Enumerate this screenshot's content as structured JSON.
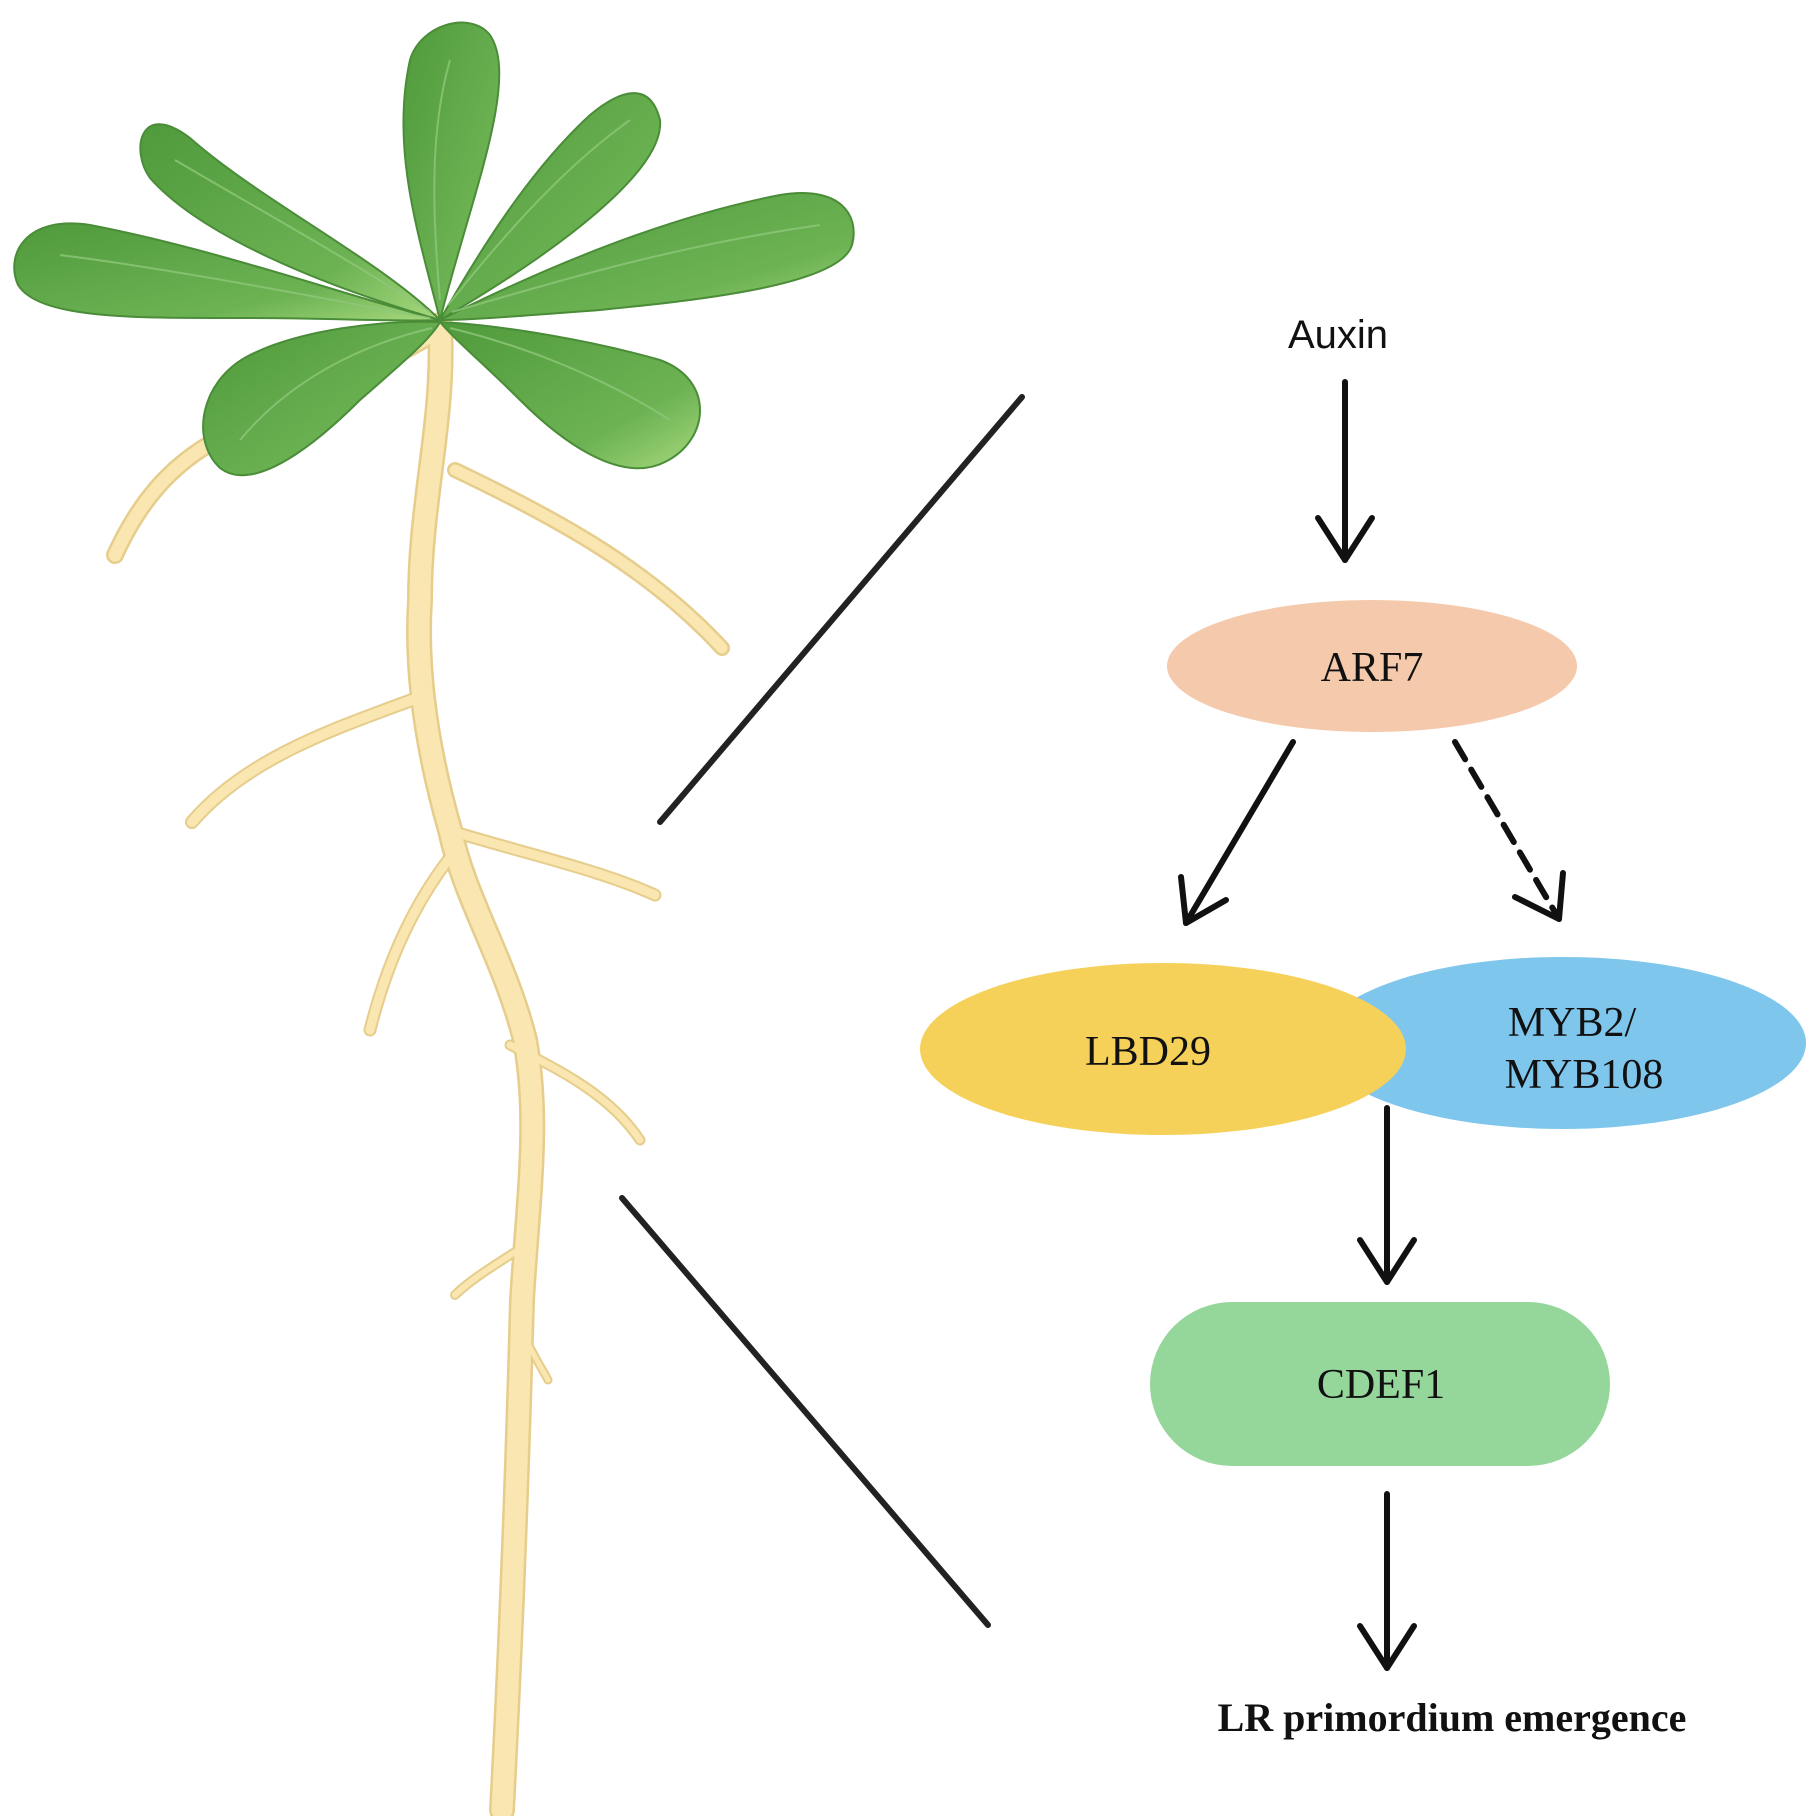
{
  "nodes": {
    "auxin": {
      "label": "Auxin"
    },
    "arf7": {
      "label": "ARF7",
      "color": "#f5c9ab"
    },
    "lbd29": {
      "label": "LBD29",
      "color": "#f5d15a"
    },
    "myb": {
      "line1": "MYB2/",
      "line2": "MYB108",
      "color": "#7fc6ec"
    },
    "cdef1": {
      "label": "CDEF1",
      "color": "#95d69b"
    },
    "outcome": {
      "label": "LR primordium emergence"
    }
  },
  "edges": [
    {
      "from": "Auxin",
      "to": "ARF7",
      "style": "solid"
    },
    {
      "from": "ARF7",
      "to": "LBD29",
      "style": "solid"
    },
    {
      "from": "ARF7",
      "to": "MYB2/MYB108",
      "style": "dashed"
    },
    {
      "from": "LBD29 + MYB2/MYB108",
      "to": "CDEF1",
      "style": "solid"
    },
    {
      "from": "CDEF1",
      "to": "LR primordium emergence",
      "style": "solid"
    }
  ],
  "illustration": {
    "subject": "plant-seedling",
    "leaf_color": "#5fa548",
    "root_color": "#f9e6b0"
  }
}
